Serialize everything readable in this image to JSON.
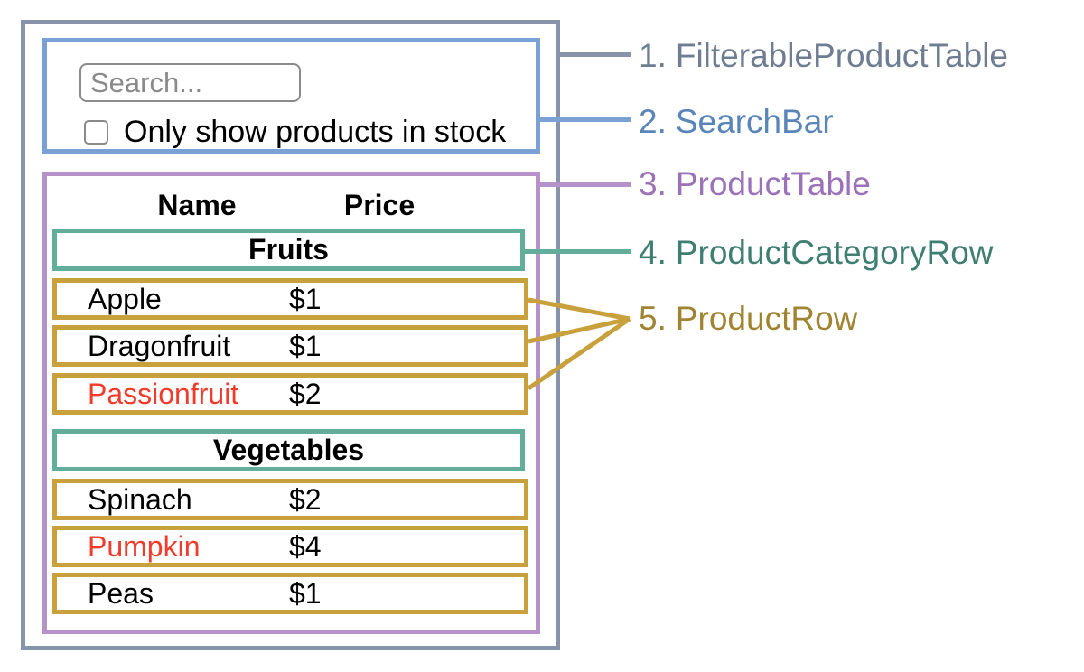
{
  "mock_ui": {
    "search_bar": {
      "placeholder": "Search...",
      "checkbox_checked": false,
      "checkbox_label": "Only show products in stock"
    },
    "product_table": {
      "header": {
        "name": "Name",
        "price": "Price"
      },
      "groups": [
        {
          "category": "Fruits",
          "rows": [
            {
              "name": "Apple",
              "price": "$1",
              "red": false
            },
            {
              "name": "Dragonfruit",
              "price": "$1",
              "red": false
            },
            {
              "name": "Passionfruit",
              "price": "$2",
              "red": true
            }
          ]
        },
        {
          "category": "Vegetables",
          "rows": [
            {
              "name": "Spinach",
              "price": "$2",
              "red": false
            },
            {
              "name": "Pumpkin",
              "price": "$4",
              "red": true
            },
            {
              "name": "Peas",
              "price": "$1",
              "red": false
            }
          ]
        }
      ]
    }
  },
  "legend": {
    "items": [
      {
        "number": "1.",
        "name": "FilterableProductTable",
        "color": "#6E7D92"
      },
      {
        "number": "2.",
        "name": "SearchBar",
        "color": "#5A85B9"
      },
      {
        "number": "3.",
        "name": "ProductTable",
        "color": "#9B72B7"
      },
      {
        "number": "4.",
        "name": "ProductCategoryRow",
        "color": "#3F7E72"
      },
      {
        "number": "5.",
        "name": "ProductRow",
        "color": "#A18431"
      }
    ]
  },
  "palette": {
    "filterable_product_table_border": "#8793A8",
    "search_bar_border": "#7AA1D4",
    "product_table_border": "#B592C9",
    "product_category_row_border": "#62AE9B",
    "product_row_border": "#C8A03C",
    "red_product_text": "#F13B2B"
  }
}
